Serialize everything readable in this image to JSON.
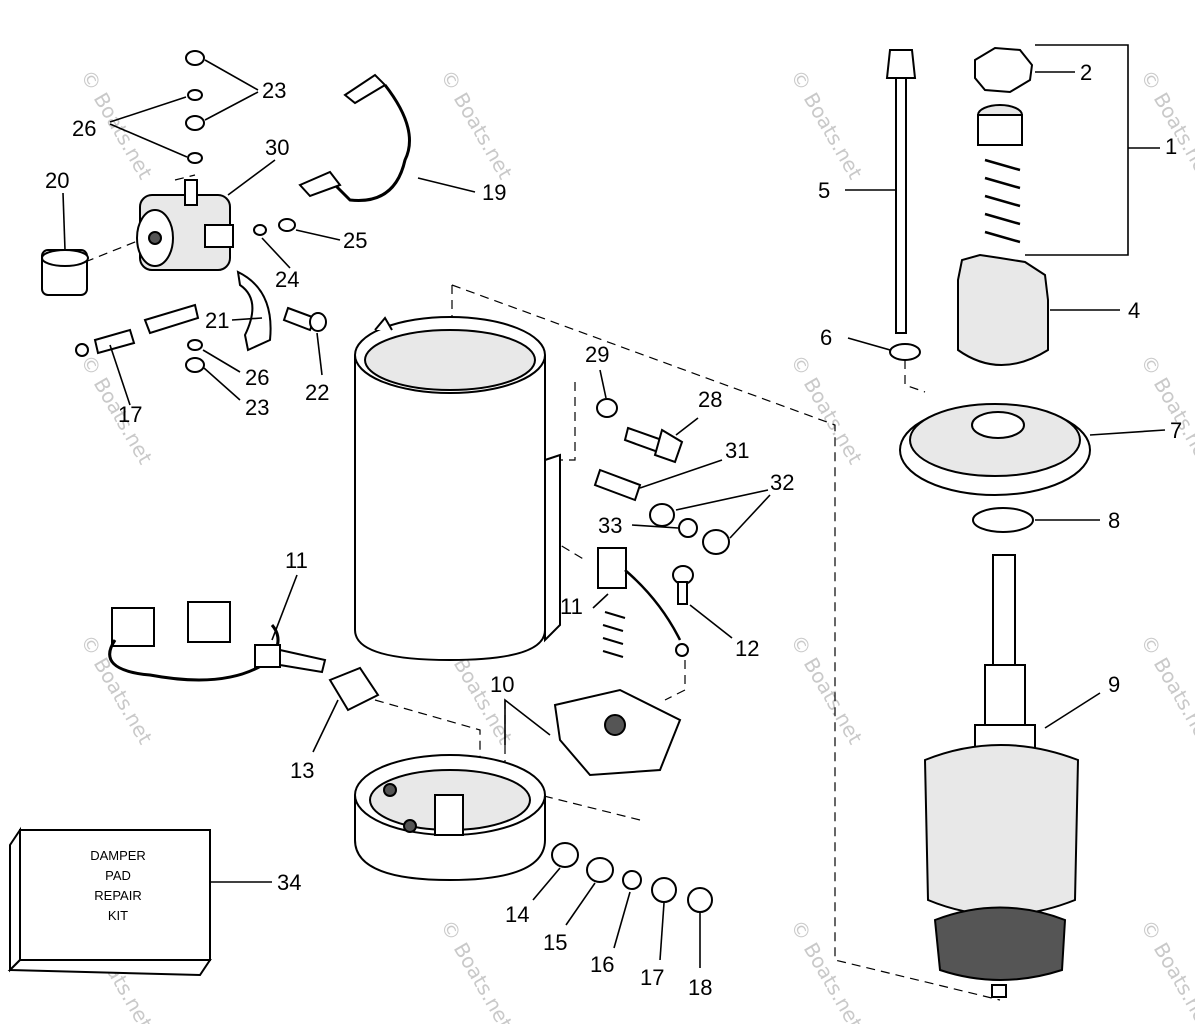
{
  "diagram": {
    "callouts": [
      {
        "id": "1",
        "text": "1"
      },
      {
        "id": "2",
        "text": "2"
      },
      {
        "id": "4",
        "text": "4"
      },
      {
        "id": "5",
        "text": "5"
      },
      {
        "id": "6",
        "text": "6"
      },
      {
        "id": "7",
        "text": "7"
      },
      {
        "id": "8",
        "text": "8"
      },
      {
        "id": "9",
        "text": "9"
      },
      {
        "id": "10",
        "text": "10"
      },
      {
        "id": "11a",
        "text": "11"
      },
      {
        "id": "11b",
        "text": "11"
      },
      {
        "id": "12",
        "text": "12"
      },
      {
        "id": "13",
        "text": "13"
      },
      {
        "id": "14",
        "text": "14"
      },
      {
        "id": "15",
        "text": "15"
      },
      {
        "id": "16",
        "text": "16"
      },
      {
        "id": "17a",
        "text": "17"
      },
      {
        "id": "17b",
        "text": "17"
      },
      {
        "id": "18",
        "text": "18"
      },
      {
        "id": "19",
        "text": "19"
      },
      {
        "id": "20",
        "text": "20"
      },
      {
        "id": "21",
        "text": "21"
      },
      {
        "id": "22",
        "text": "22"
      },
      {
        "id": "23a",
        "text": "23"
      },
      {
        "id": "23b",
        "text": "23"
      },
      {
        "id": "24",
        "text": "24"
      },
      {
        "id": "25",
        "text": "25"
      },
      {
        "id": "26a",
        "text": "26"
      },
      {
        "id": "26b",
        "text": "26"
      },
      {
        "id": "28",
        "text": "28"
      },
      {
        "id": "29",
        "text": "29"
      },
      {
        "id": "30",
        "text": "30"
      },
      {
        "id": "31",
        "text": "31"
      },
      {
        "id": "32",
        "text": "32"
      },
      {
        "id": "33",
        "text": "33"
      },
      {
        "id": "34",
        "text": "34"
      }
    ],
    "kit_box": {
      "lines": [
        "DAMPER",
        "PAD",
        "REPAIR",
        "KIT"
      ]
    },
    "watermark": "© Boats.net"
  }
}
